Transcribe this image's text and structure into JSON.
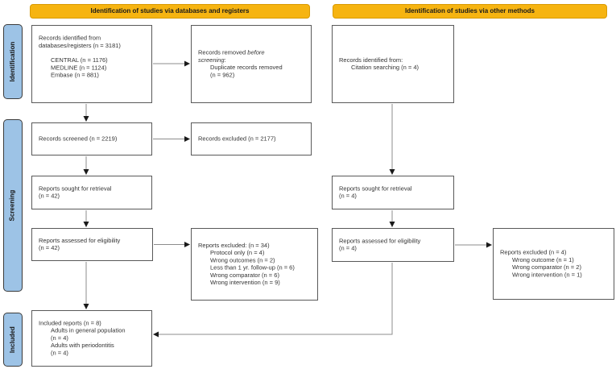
{
  "headers": {
    "left": "Identification of studies via databases and registers",
    "right": "Identification of studies via other methods"
  },
  "sidebar": {
    "identification": "Identification",
    "screening": "Screening",
    "included": "Included"
  },
  "colors": {
    "header_bg": "#F6B411",
    "header_border": "#D99B05",
    "sidebar_bg": "#9DC3E6",
    "sidebar_border": "#3B3B3B",
    "box_border": "#595959",
    "arrow_stem": "#8C8C8C",
    "arrow_head": "#1A1A1A"
  },
  "left_column": {
    "box_identified": {
      "line1": "Records identified from",
      "line2": "databases/registers (n = 3181)",
      "items": [
        "CENTRAL (n = 1176)",
        "MEDLINE (n = 1124)",
        "Embase (n = 881)"
      ]
    },
    "box_removed": {
      "line1_regular": "Records removed ",
      "line1_italic": "before",
      "line2_italic": "screening",
      "line2_colon": ":",
      "items": [
        "Duplicate records removed",
        "(n = 962)"
      ]
    },
    "box_screened": "Records screened (n = 2219)",
    "box_screened_excluded": "Records excluded (n = 2177)",
    "box_sought": {
      "line1": "Reports sought for retrieval",
      "line2": "(n = 42)"
    },
    "box_assessed": {
      "line1": "Reports assessed for eligibility",
      "line2": "(n = 42)"
    },
    "box_reports_excluded": {
      "title": "Reports excluded: (n = 34)",
      "items": [
        "Protocol only (n = 4)",
        "Wrong outcomes (n = 2)",
        "Less than 1 yr. follow-up (n = 6)",
        "Wrong comparator (n = 6)",
        "Wrong intervention (n = 9)"
      ]
    },
    "box_included": {
      "title": "Included reports (n = 8)",
      "items": [
        "Adults in general population",
        "(n = 4)",
        "Adults with periodontitis",
        "(n = 4)"
      ]
    }
  },
  "right_column": {
    "box_identified": {
      "line1": "Records identified from:",
      "items": [
        "Citation searching (n = 4)"
      ]
    },
    "box_sought": {
      "line1": "Reports sought for retrieval",
      "line2": "(n = 4)"
    },
    "box_assessed": {
      "line1": "Reports assessed for eligibility",
      "line2": "(n = 4)"
    },
    "box_reports_excluded": {
      "title": "Reports excluded (n = 4)",
      "items": [
        "Wrong outcome (n = 1)",
        "Wrong comparator (n = 2)",
        "Wrong intervention (n = 1)"
      ]
    }
  }
}
